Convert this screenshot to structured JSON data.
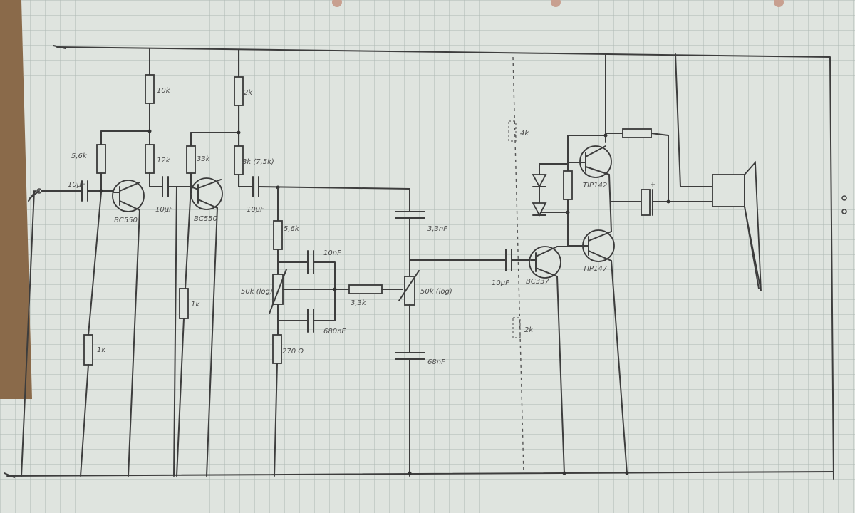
{
  "schematic": {
    "resistors": {
      "r1": "10k",
      "r2": "2k",
      "r3": "5,6k",
      "r4": "12k",
      "r5": "33k",
      "r6": "8k (7,5k)",
      "r7": "1k",
      "r8": "1k",
      "r9": "5,6k",
      "r10": "270 Ω",
      "r11": "3,3k",
      "r12": "4k",
      "r13": "2k"
    },
    "potentiometers": {
      "p1": "50k (log)",
      "p2": "50k (log)"
    },
    "capacitors": {
      "c1": "10µF",
      "c2": "10µF",
      "c3": "10µF",
      "c4": "10nF",
      "c5": "680nF",
      "c6": "3,3nF",
      "c7": "68nF",
      "c8": "10µF"
    },
    "transistors": {
      "q1": "BC550",
      "q2": "BC550",
      "q3": "BC337",
      "q4": "TIP142",
      "q5": "TIP147"
    }
  }
}
